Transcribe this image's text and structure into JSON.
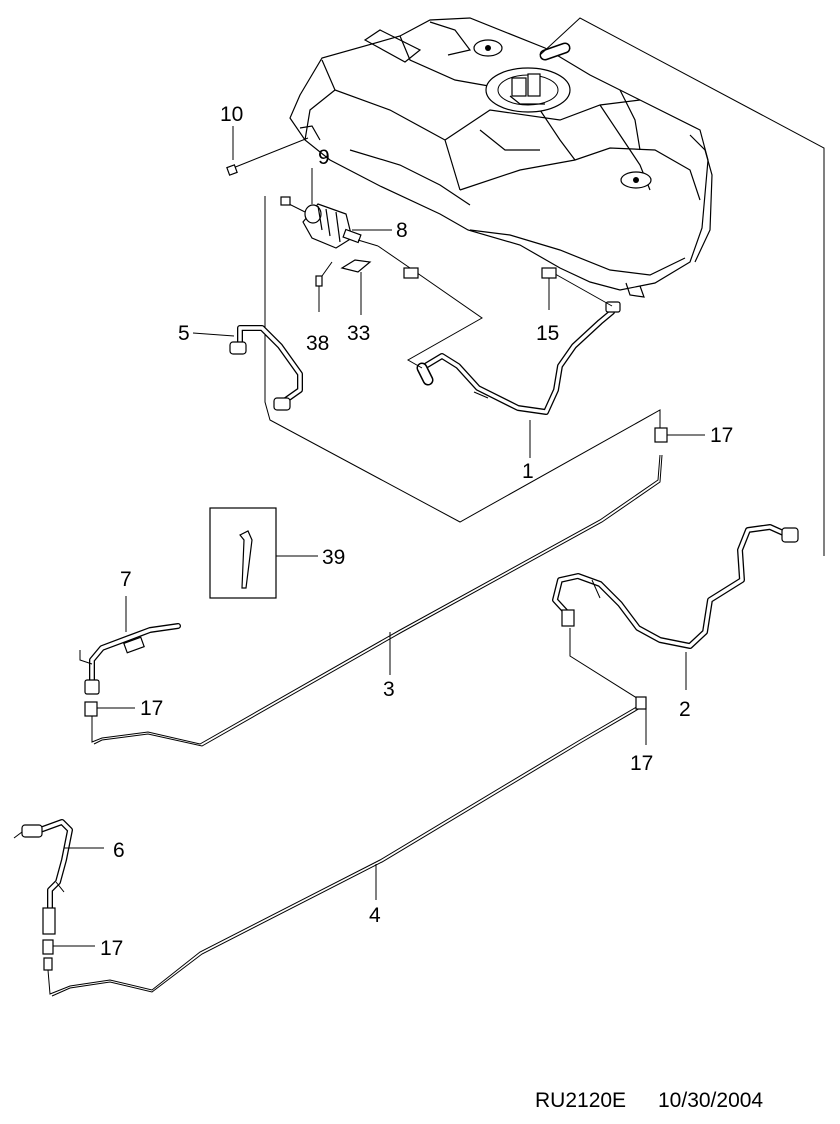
{
  "diagram": {
    "callouts": {
      "p1": "1",
      "p2": "2",
      "p3": "3",
      "p4": "4",
      "p5": "5",
      "p6": "6",
      "p7": "7",
      "p8": "8",
      "p9": "9",
      "p10": "10",
      "p15": "15",
      "p17a": "17",
      "p17b": "17",
      "p17c": "17",
      "p17d": "17",
      "p33": "33",
      "p38": "38",
      "p39": "39"
    },
    "footer": {
      "code": "RU2120E",
      "date": "10/30/2004"
    }
  }
}
